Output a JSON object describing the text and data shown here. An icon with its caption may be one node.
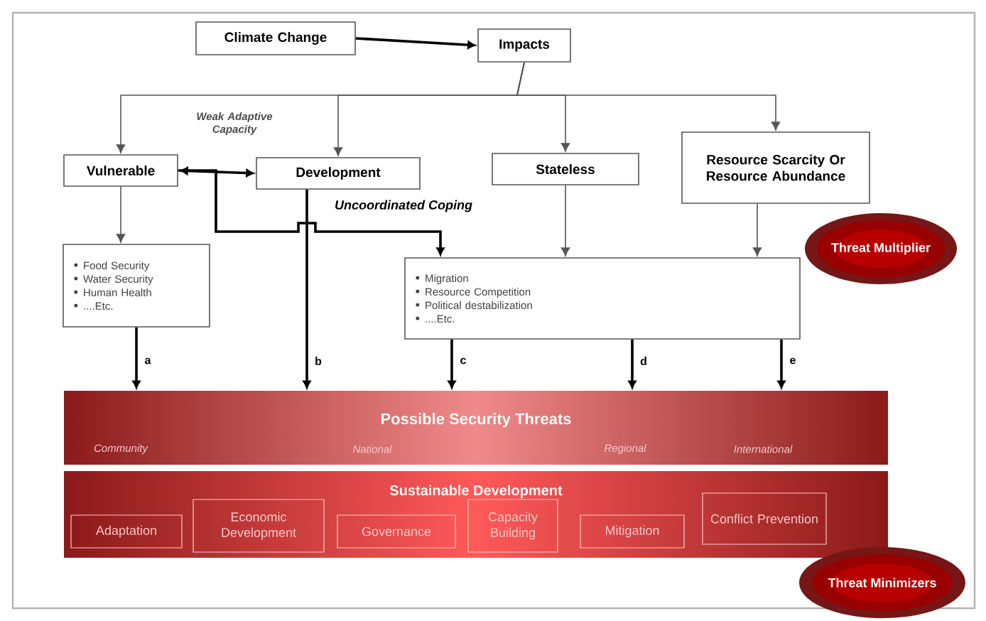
{
  "diagram": {
    "nodes": [
      {
        "text": [
          "Climate Change"
        ]
      },
      {
        "text": [
          "Impacts"
        ]
      },
      {
        "text": [
          "Vulnerable"
        ]
      },
      {
        "text": [
          "Development"
        ]
      },
      {
        "text": [
          "Stateless"
        ]
      },
      {
        "text": [
          "Resource Scarcity Or Resource Abundance"
        ]
      },
      {
        "text": [
          "Food Security",
          "Water Security",
          "Human Health",
          "....Etc."
        ]
      },
      {
        "text": [
          "Migration",
          "Resource Competition",
          "Political destabilization",
          "....Etc."
        ]
      },
      {
        "text": [
          "Threat Multiplier"
        ]
      },
      {
        "text": [
          "Possible Security Threats",
          "Community",
          "National",
          "Regional",
          "International"
        ]
      },
      {
        "text": [
          "Sustainable Development"
        ]
      },
      {
        "text": [
          "Adaptation"
        ],
        "in": 10
      },
      {
        "text": [
          "Economic Development"
        ],
        "in": 10
      },
      {
        "text": [
          "Governance"
        ],
        "in": 10
      },
      {
        "text": [
          "Capacity Building"
        ],
        "in": 10
      },
      {
        "text": [
          "Mitigation"
        ],
        "in": 10
      },
      {
        "text": [
          "Conflict Prevention"
        ],
        "in": 10
      },
      {
        "text": [
          "Threat Minimizers"
        ]
      }
    ],
    "edges": [
      {
        "from": 0,
        "to": 1,
        "arrow": "to"
      },
      {
        "from": 1,
        "to": 2,
        "arrow": "to",
        "color": "#555555"
      },
      {
        "from": 1,
        "to": 3,
        "arrow": "to",
        "color": "#555555"
      },
      {
        "from": 1,
        "to": 4,
        "arrow": "to",
        "color": "#555555"
      },
      {
        "from": 1,
        "to": 5,
        "arrow": "to",
        "color": "#555555"
      },
      {
        "from": 2,
        "to": 3,
        "arrow": "both",
        "label": "Weak Adaptive Capacity"
      },
      {
        "from": 2,
        "to": 6,
        "arrow": "to",
        "color": "#555555"
      },
      {
        "from": 2,
        "to": 7,
        "arrow": "to",
        "label": "Uncoordinated Coping"
      },
      {
        "from": 4,
        "to": 7,
        "arrow": "to",
        "color": "#555555"
      },
      {
        "from": 5,
        "to": 7,
        "arrow": "to",
        "color": "#555555"
      },
      {
        "from": 6,
        "to": 9,
        "arrow": "to",
        "label": "a"
      },
      {
        "from": 3,
        "to": 9,
        "arrow": "to",
        "label": "b"
      },
      {
        "from": 7,
        "to": 9,
        "arrow": "to",
        "label": "c"
      },
      {
        "from": 7,
        "to": 9,
        "arrow": "to",
        "label": "d"
      },
      {
        "from": 7,
        "to": 9,
        "arrow": "to",
        "label": "e"
      }
    ]
  }
}
